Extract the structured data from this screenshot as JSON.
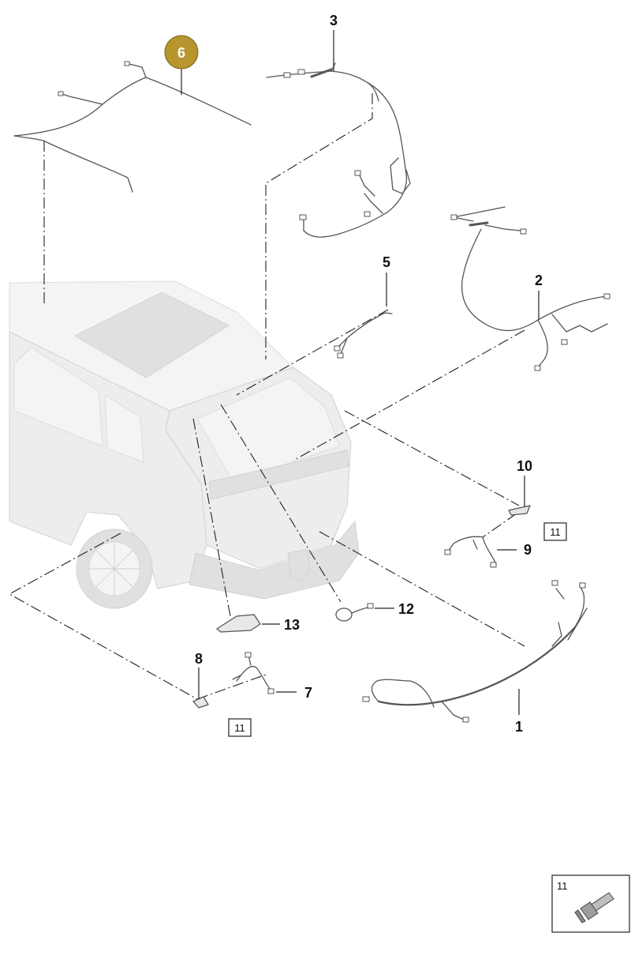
{
  "callouts": {
    "c1": "1",
    "c2": "2",
    "c3": "3",
    "c5": "5",
    "c6": "6",
    "c7": "7",
    "c8": "8",
    "c9": "9",
    "c10": "10",
    "c12": "12",
    "c13": "13"
  },
  "reference_boxes": {
    "ref_a": "11",
    "ref_b": "11"
  },
  "legend": {
    "label": "11"
  },
  "colors": {
    "highlight_badge": "#b8962e",
    "line": "#222222",
    "car": "#ededed"
  }
}
